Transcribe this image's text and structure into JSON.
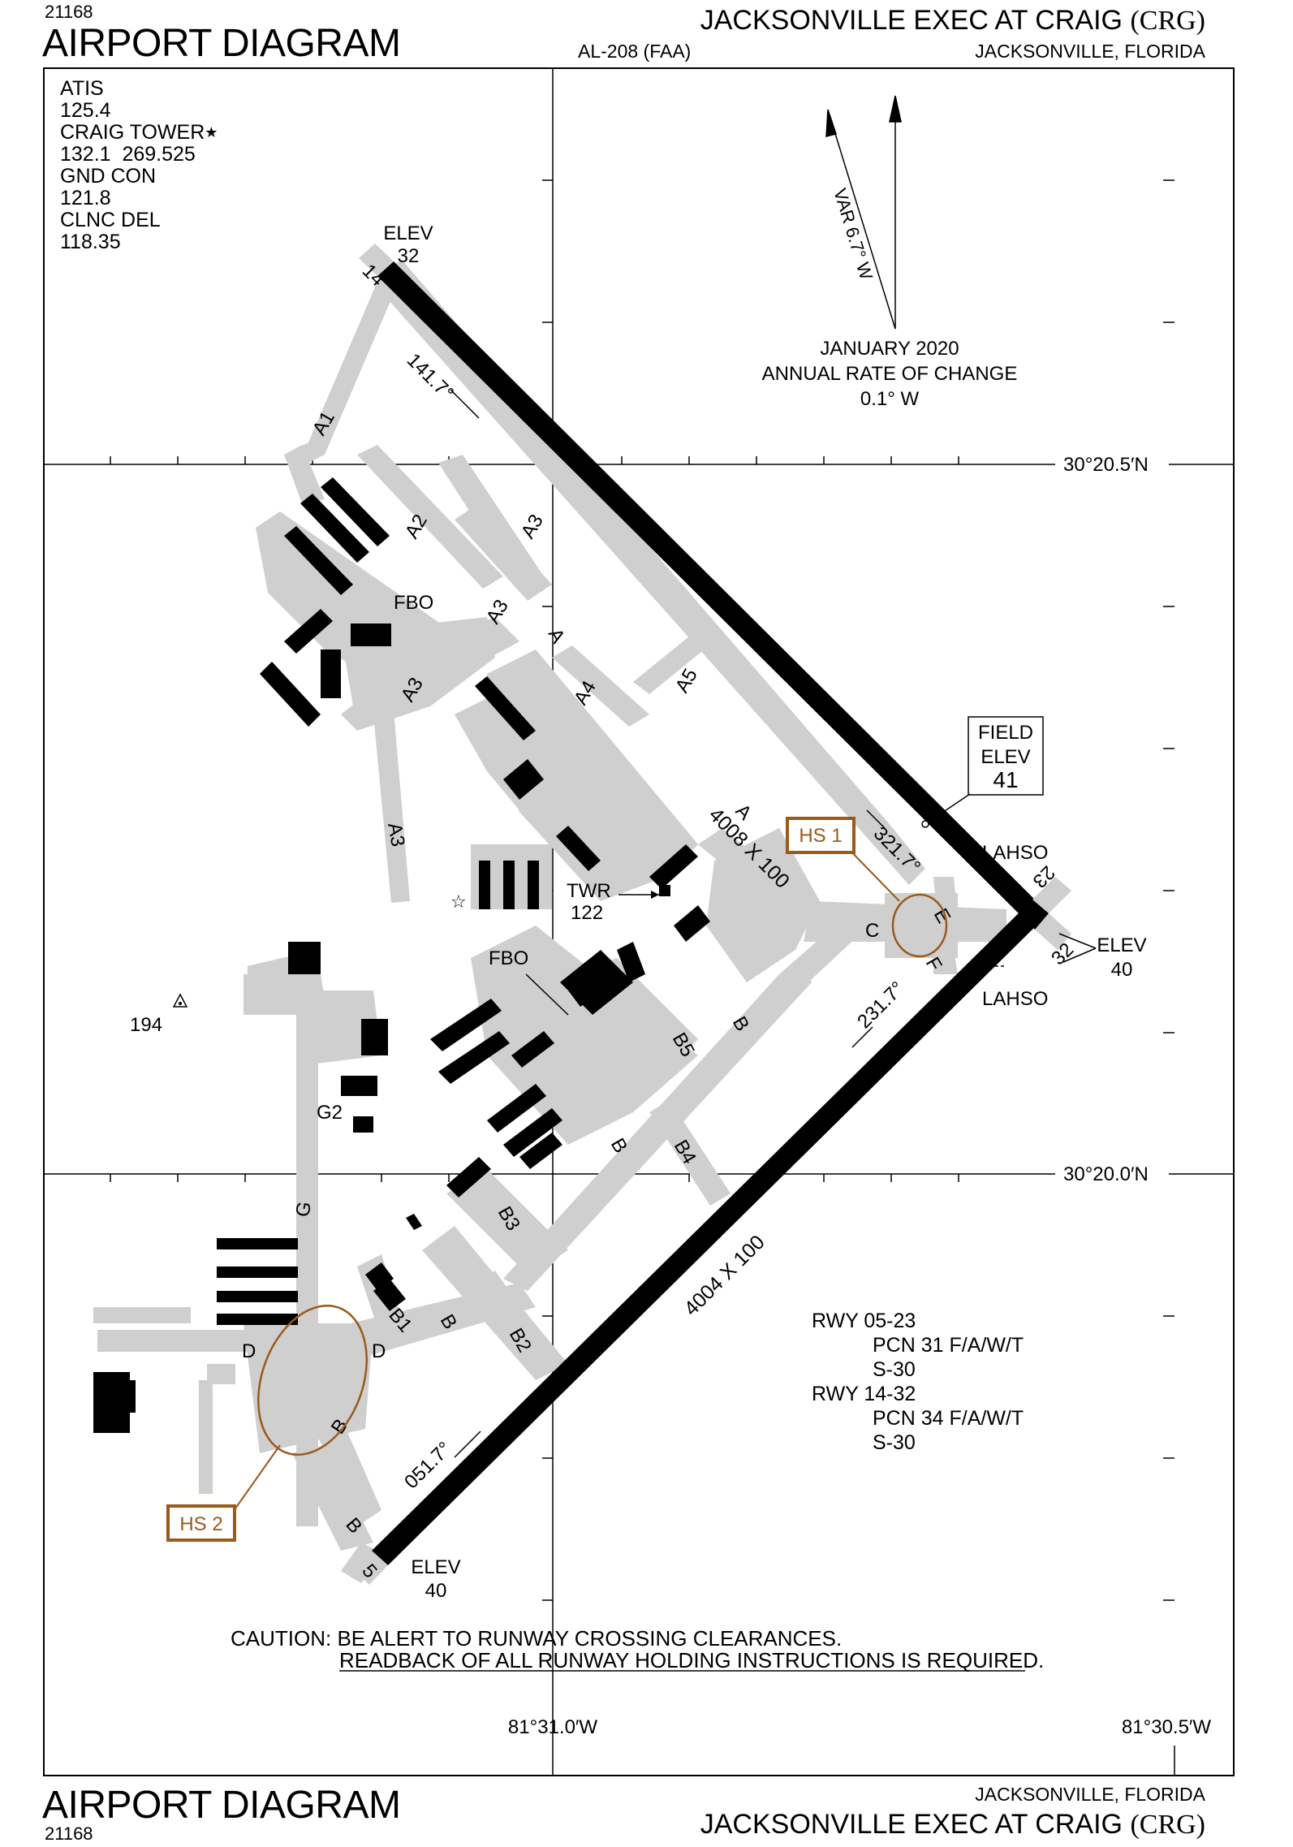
{
  "header": {
    "chart_number": "21168",
    "title": "AIRPORT DIAGRAM",
    "procedure_id": "AL-208 (FAA)",
    "airport_name": "JACKSONVILLE EXEC AT CRAIG",
    "airport_id": "(CRG)",
    "city_state": "JACKSONVILLE, FLORIDA"
  },
  "footer": {
    "chart_number": "21168",
    "title": "AIRPORT DIAGRAM",
    "airport_name": "JACKSONVILLE EXEC AT CRAIG",
    "airport_id": "(CRG)",
    "city_state": "JACKSONVILLE, FLORIDA"
  },
  "frequencies": {
    "atis_label": "ATIS",
    "atis_freq": "125.4",
    "tower_label": "CRAIG TOWER",
    "tower_freq": "132.1  269.525",
    "gnd_label": "GND CON",
    "gnd_freq": "121.8",
    "clnc_label": "CLNC DEL",
    "clnc_freq": "118.35"
  },
  "magnetic": {
    "variation": "VAR 6.7° W",
    "date": "JANUARY 2020",
    "rate_label": "ANNUAL RATE OF CHANGE",
    "rate_value": "0.1° W"
  },
  "coordinates": {
    "lat_north": "30°20.5′N",
    "lat_south": "30°20.0′N",
    "lon_west": "81°31.0′W",
    "lon_east": "81°30.5′W"
  },
  "runways": {
    "rwy14_32_dims": "4008 X 100",
    "rwy05_23_dims": "4004 X 100",
    "hdg_14": "141.7°",
    "hdg_32": "321.7°",
    "hdg_05": "051.7°",
    "hdg_23": "231.7°",
    "end_14": "14",
    "end_32": "32",
    "end_5": "5",
    "end_23": "23",
    "elev_label": "ELEV",
    "elev_14": "32",
    "elev_32": "40",
    "elev_5": "40",
    "lahso": "LAHSO"
  },
  "field_elev": {
    "line1": "FIELD",
    "line2": "ELEV",
    "value": "41"
  },
  "hot_spots": {
    "hs1": "HS 1",
    "hs2": "HS 2"
  },
  "labels": {
    "fbo": "FBO",
    "twr": "TWR",
    "twr_height": "122",
    "obstacle": "194",
    "a": "A",
    "a1": "A1",
    "a2": "A2",
    "a3": "A3",
    "a4": "A4",
    "a5": "A5",
    "b": "B",
    "b1": "B1",
    "b2": "B2",
    "b3": "B3",
    "b4": "B4",
    "b5": "B5",
    "c": "C",
    "d": "D",
    "e": "E",
    "f": "F",
    "g": "G",
    "g2": "G2"
  },
  "runway_notes": {
    "rwy1": "RWY 05-23",
    "rwy1_pcn": "PCN 31 F/A/W/T",
    "rwy1_s": "S-30",
    "rwy2": "RWY 14-32",
    "rwy2_pcn": "PCN 34 F/A/W/T",
    "rwy2_s": "S-30"
  },
  "caution": {
    "line1": "CAUTION: BE ALERT TO RUNWAY CROSSING CLEARANCES.",
    "line2": "READBACK OF ALL RUNWAY HOLDING INSTRUCTIONS IS REQUIRED."
  },
  "colors": {
    "hot_spot": "#9a5a1a",
    "taxiway": "#cfcfcf",
    "runway": "#000000"
  }
}
